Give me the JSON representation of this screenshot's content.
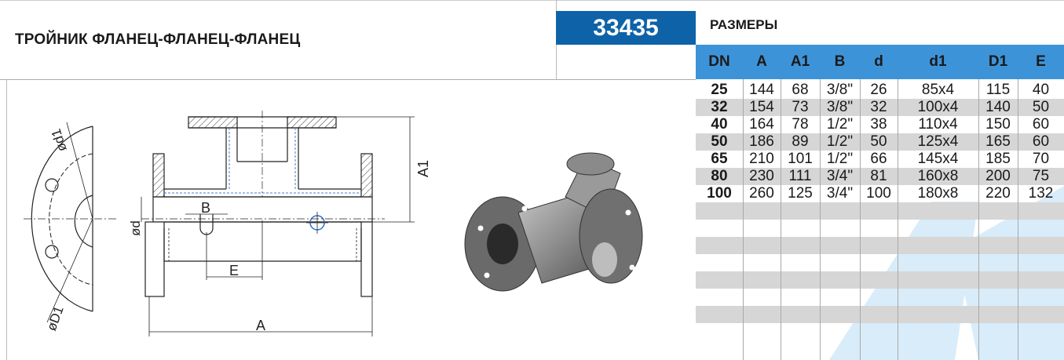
{
  "header": {
    "title": "ТРОЙНИК ФЛАНЕЦ-ФЛАНЕЦ-ФЛАНЕЦ",
    "code": "33435",
    "dimensions_label": "РАЗМЕРЫ"
  },
  "table": {
    "columns": [
      "DN",
      "A",
      "A1",
      "B",
      "d",
      "d1",
      "D1",
      "E"
    ],
    "rows": [
      [
        "25",
        "144",
        "68",
        "3/8\"",
        "26",
        "85x4",
        "115",
        "40"
      ],
      [
        "32",
        "154",
        "73",
        "3/8\"",
        "32",
        "100x4",
        "140",
        "50"
      ],
      [
        "40",
        "164",
        "78",
        "1/2\"",
        "38",
        "110x4",
        "150",
        "60"
      ],
      [
        "50",
        "186",
        "89",
        "1/2\"",
        "50",
        "125x4",
        "165",
        "60"
      ],
      [
        "65",
        "210",
        "101",
        "1/2\"",
        "66",
        "145x4",
        "185",
        "70"
      ],
      [
        "80",
        "230",
        "111",
        "3/4\"",
        "81",
        "160x8",
        "200",
        "75"
      ],
      [
        "100",
        "260",
        "125",
        "3/4\"",
        "100",
        "180x8",
        "220",
        "132"
      ]
    ],
    "empty_rows": 7
  },
  "drawing": {
    "labels": {
      "d1": "ød1",
      "D1": "øD1",
      "d": "ød",
      "A": "A",
      "A1": "A1",
      "B": "B",
      "E": "E"
    }
  },
  "colors": {
    "code_bg": "#0e63a8",
    "table_header": "#3d93d8",
    "row_shade": "#d6d6d6",
    "watermark": "#d9ecf9"
  }
}
